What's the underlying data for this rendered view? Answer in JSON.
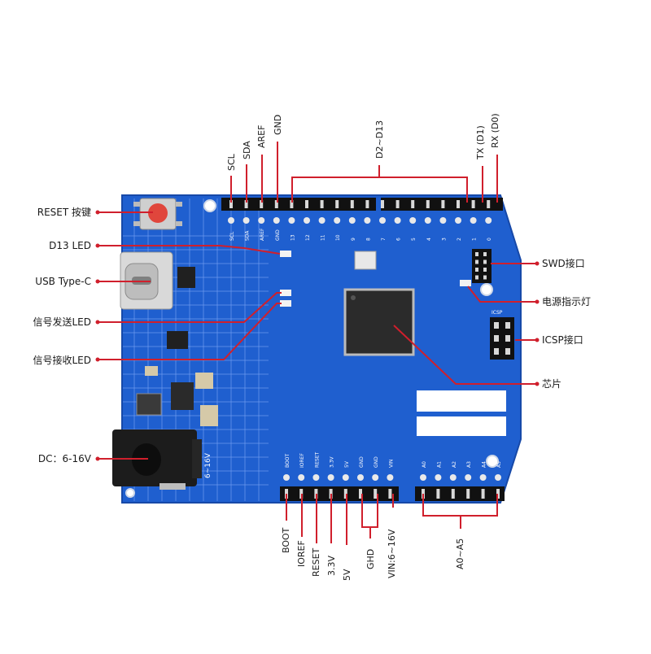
{
  "colors": {
    "board": "#1f5fcf",
    "board_edge": "#1749a8",
    "grid": "#6f9cf0",
    "callout": "#d01f2c",
    "header": "#111111",
    "pin": "#d8d8d8",
    "reset_button": "#e0463c",
    "label_text": "#1a1a1a"
  },
  "labels_left": {
    "reset_key": "RESET 按键",
    "d13_led": "D13 LED",
    "usb_type_c": "USB Type-C",
    "tx_led": "信号发送LED",
    "rx_led": "信号接收LED",
    "dc_jack": "DC：6-16V"
  },
  "labels_right": {
    "swd": "SWD接口",
    "power_led": "电源指示灯",
    "icsp": "ICSP接口",
    "chip": "芯片"
  },
  "labels_top": {
    "scl": "SCL",
    "sda": "SDA",
    "aref": "AREF",
    "gnd": "GND",
    "d2_d13": "D2~D13",
    "tx": "TX (D1)",
    "rx": "RX (D0)"
  },
  "labels_bottom": {
    "boot": "BOOT",
    "ioref": "IOREF",
    "reset": "RESET",
    "v33": "3.3V",
    "v5": "5V",
    "gnd": "GHD",
    "vin": "VIN:6~16V",
    "a0_a5": "A0~A5"
  },
  "board_silkscreen": {
    "top_pins": [
      "SCL",
      "SDA",
      "AREF",
      "GND",
      "13",
      "12",
      "11",
      "10",
      "9",
      "8",
      "7",
      "6",
      "5",
      "4",
      "3",
      "2",
      "1",
      "0"
    ],
    "bottom_power_pins": [
      "BOOT",
      "IOREF",
      "RESET",
      "3.3V",
      "5V",
      "GND",
      "GND",
      "VIN"
    ],
    "bottom_analog_pins": [
      "A0",
      "A1",
      "A2",
      "A3",
      "A4",
      "A5"
    ],
    "dc_text": "6~16V",
    "icsp_text": "ICSP"
  }
}
